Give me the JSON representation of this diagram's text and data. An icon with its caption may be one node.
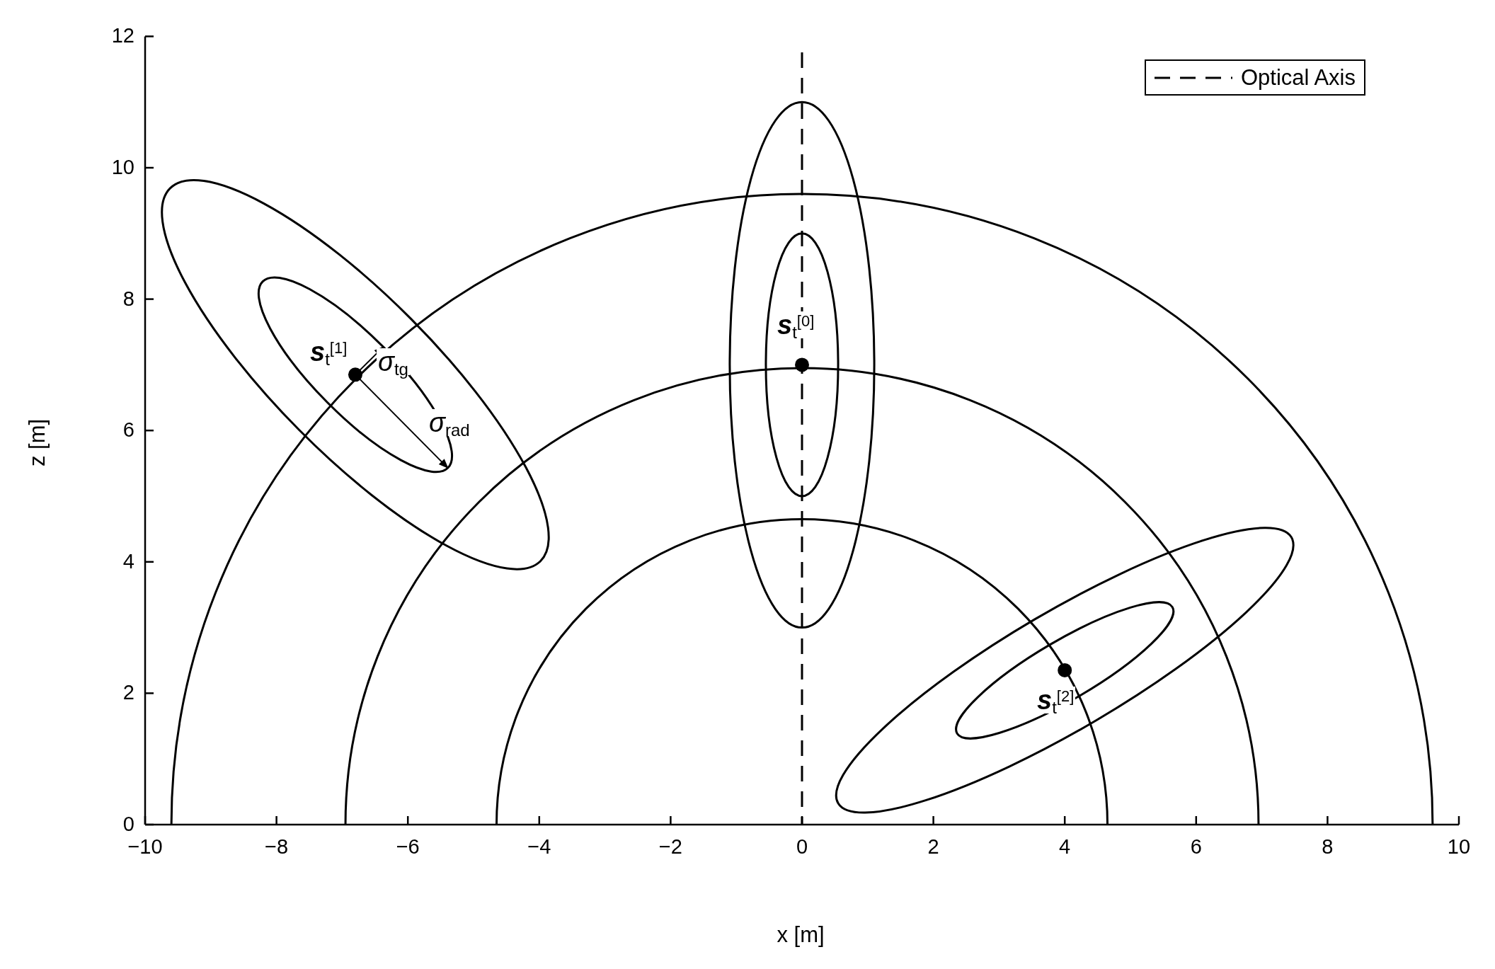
{
  "diagram": {
    "labels": [
      "12",
      "10",
      "8",
      "6",
      "4",
      "2",
      "0",
      "z [m]",
      "**s**$_{t}$$^{[1]}$",
      "*σ*$_{tg}$",
      "**s**$_{t}$$^{[0]}$",
      "*σ*$_{rad}$",
      "**s**$_{t}$$^{[2]}$",
      "−10",
      "−8",
      "−6",
      "−4",
      "−2",
      "0",
      "2",
      "4",
      "6",
      "8",
      "10",
      "x [m]"
    ],
    "legend": [
      {
        "text": "Optical Axis"
      }
    ]
  }
}
